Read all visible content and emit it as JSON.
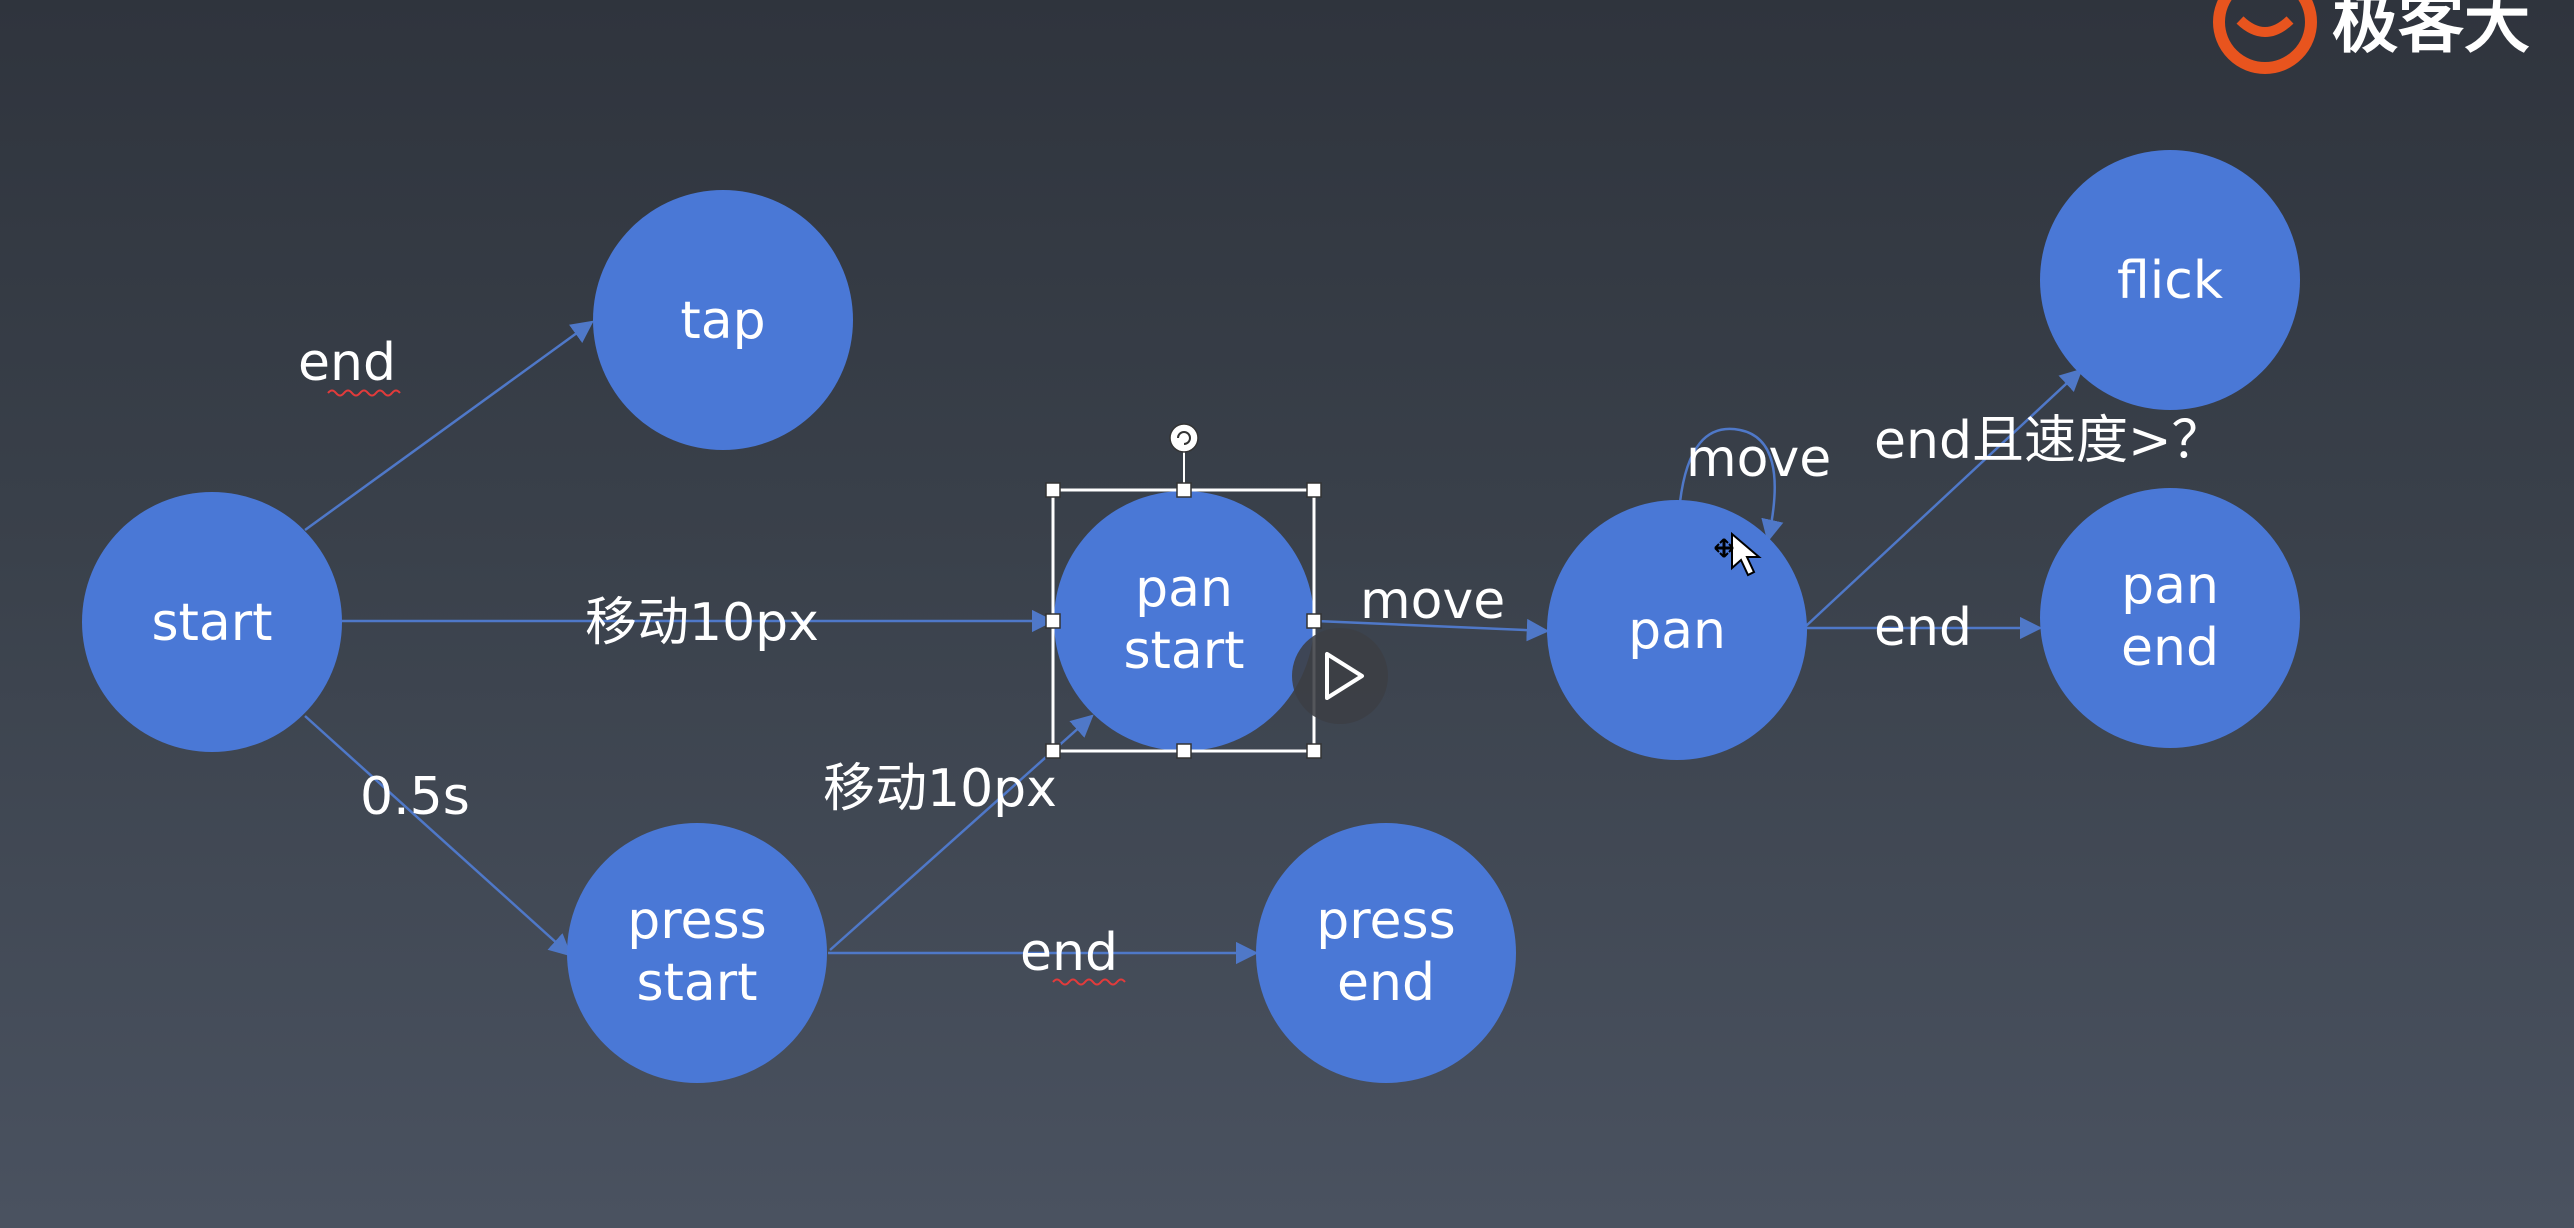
{
  "nodes": {
    "start": [
      "start"
    ],
    "tap": [
      "tap"
    ],
    "press_start": [
      "press",
      "start"
    ],
    "pan_start": [
      "pan",
      "start"
    ],
    "press_end": [
      "press",
      "end"
    ],
    "pan": [
      "pan"
    ],
    "flick": [
      "flick"
    ],
    "pan_end": [
      "pan",
      "end"
    ]
  },
  "edges": {
    "start_tap": "end",
    "start_panstart": "移动10px",
    "start_pressstart": "0.5s",
    "pressstart_panstart": "移动10px",
    "pressstart_pressend": "end",
    "panstart_pan": "move",
    "pan_self": "move",
    "pan_flick": "end且速度>？",
    "pan_panend": "end"
  },
  "logo": {
    "text": "极客大"
  },
  "colors": {
    "node": "#4a78d6",
    "edge": "#4f78c8",
    "background": "#363c46"
  },
  "icons": [
    "play-icon",
    "rotate-handle-icon",
    "move-cursor-icon"
  ]
}
